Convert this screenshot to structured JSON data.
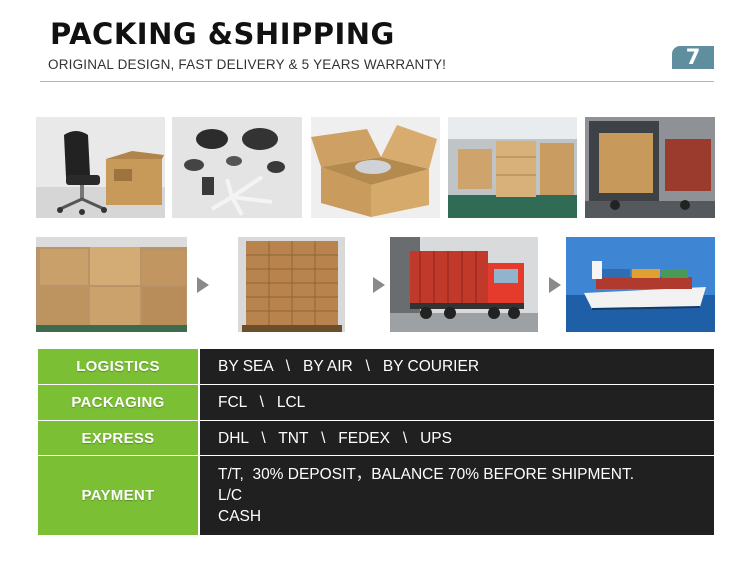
{
  "header": {
    "title": "PACKING &SHIPPING",
    "subtitle": "ORIGINAL DESIGN, FAST DELIVERY & 5 YEARS WARRANTY!",
    "page_number": "7"
  },
  "colors": {
    "accent_green": "#7bbf35",
    "row_dark": "#202020",
    "badge": "#5f8f9e"
  },
  "table": {
    "rows": [
      {
        "label": "LOGISTICS",
        "lines": [
          "BY SEA   \\   BY AIR   \\   BY COURIER"
        ]
      },
      {
        "label": "PACKAGING",
        "lines": [
          "FCL   \\   LCL"
        ]
      },
      {
        "label": "EXPRESS",
        "lines": [
          "DHL   \\   TNT   \\   FEDEX   \\   UPS"
        ]
      },
      {
        "label": "PAYMENT",
        "lines": [
          "T/T,  30% DEPOSIT，BALANCE 70% BEFORE SHIPMENT.",
          "L/C",
          "CASH"
        ]
      }
    ]
  }
}
